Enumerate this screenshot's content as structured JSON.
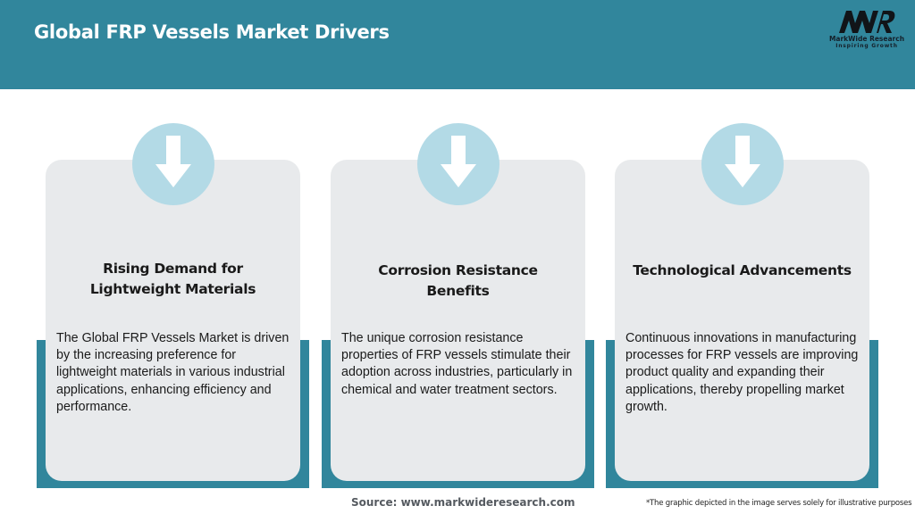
{
  "header": {
    "title": "Global FRP Vessels Market Drivers",
    "background_color": "#31869c"
  },
  "logo": {
    "mark": "MWR",
    "name": "MarkWide Research",
    "tagline": "Inspiring Growth"
  },
  "cards": [
    {
      "icon": "arrow-down-icon",
      "title": "Rising Demand for Lightweight Materials",
      "body": "The Global FRP Vessels Market is driven by the increasing preference for lightweight materials in various industrial applications, enhancing efficiency and performance."
    },
    {
      "icon": "arrow-down-icon",
      "title": "Corrosion Resistance Benefits",
      "body": "The unique corrosion resistance properties of FRP vessels stimulate their adoption across industries, particularly in chemical and water treatment sectors."
    },
    {
      "icon": "arrow-down-icon",
      "title": "Technological Advancements",
      "body": "Continuous innovations in manufacturing processes for FRP vessels are improving product quality and expanding their applications, thereby propelling market growth."
    }
  ],
  "colors": {
    "accent": "#31869c",
    "card_bg": "#e8eaec",
    "circle": "#b3dae6"
  },
  "footer": {
    "source": "Source: www.markwideresearch.com",
    "disclaimer": "*The graphic depicted in the image serves solely for illustrative purposes"
  }
}
